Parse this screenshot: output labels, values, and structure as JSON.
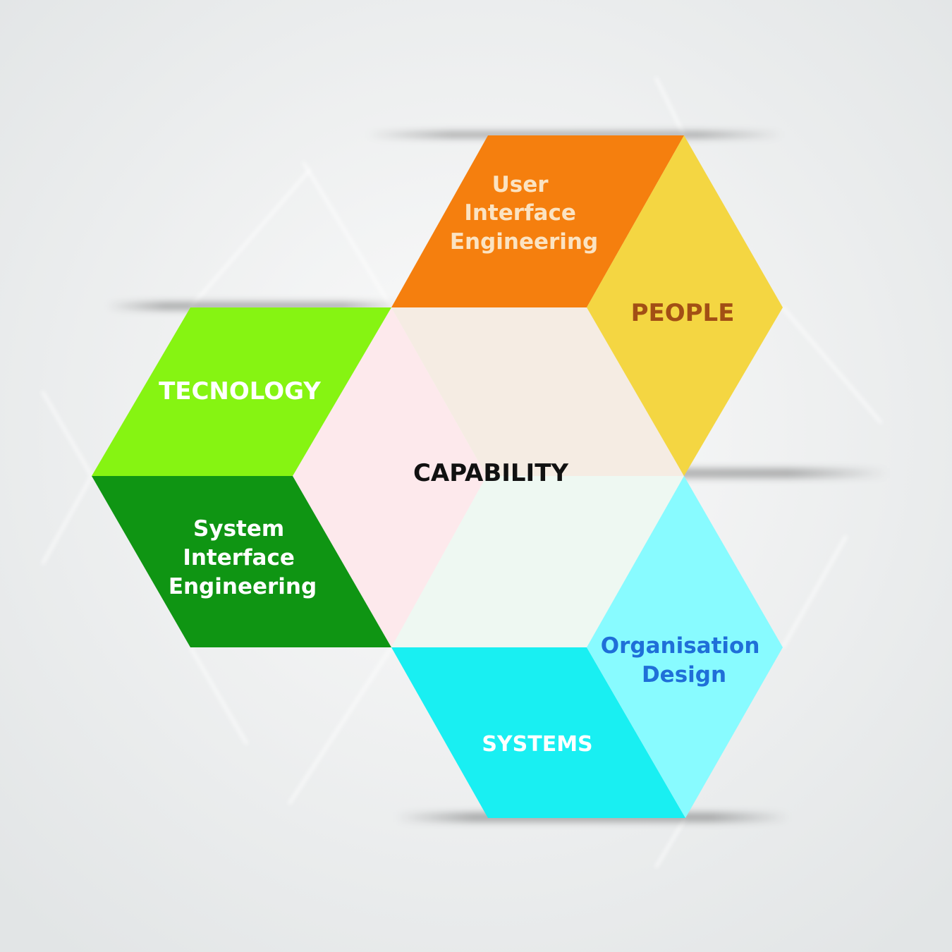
{
  "diagram": {
    "center": {
      "label": "CAPABILITY",
      "color": "#111111"
    },
    "segments": {
      "ui_engineering": {
        "lines": [
          "User",
          "Interface",
          "Engineering"
        ],
        "fill": "#f57f0e",
        "text_color": "#fbe3c2"
      },
      "people": {
        "label": "PEOPLE",
        "fill": "#f4d642",
        "text_color": "#a24f15"
      },
      "technology": {
        "label": "TECNOLOGY",
        "fill": "#86f412",
        "text_color": "#ffffff"
      },
      "sys_engineering": {
        "lines": [
          "System",
          "Interface",
          "Engineering"
        ],
        "fill": "#0f9513",
        "text_color": "#ffffff"
      },
      "systems": {
        "label": "SYSTEMS",
        "fill": "#19eff2",
        "text_color": "#ffffff"
      },
      "org_design": {
        "lines": [
          "Organisation",
          "Design"
        ],
        "fill": "#88fbff",
        "text_color": "#1f6fd8"
      }
    },
    "inner_fills": {
      "pink": "#fde9ec",
      "beige": "#f5ece3",
      "mint": "#eef8f2"
    },
    "background": "#eef0f1"
  }
}
